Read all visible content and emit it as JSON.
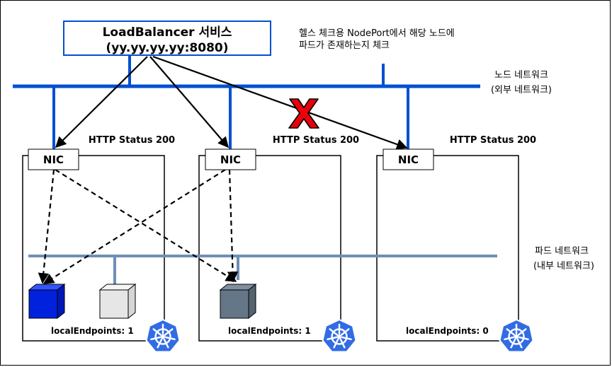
{
  "load_balancer": {
    "title": "LoadBalancer 서비스",
    "address": "(yy.yy.yy.yy:8080)"
  },
  "health_check_note": {
    "line1": "헬스 체크용 NodePort에서 해당 노드에",
    "line2": "파드가 존재하는지 체크"
  },
  "node_network": {
    "label": "노드 네트워크",
    "sublabel": "(외부 네트워크)"
  },
  "pod_network": {
    "label": "파드 네트워크",
    "sublabel": "(내부 네트워크)"
  },
  "nodes": [
    {
      "status": "HTTP Status 200",
      "nic": "NIC",
      "endpoints": "localEndpoints: 1"
    },
    {
      "status": "HTTP Status 200",
      "nic": "NIC",
      "endpoints": "localEndpoints: 1"
    },
    {
      "status": "HTTP Status 200",
      "nic": "NIC",
      "endpoints": "localEndpoints: 0"
    }
  ],
  "failed_route_marker": "X",
  "colors": {
    "network_blue": "#0050d2",
    "pod_network": "#6f8fb8",
    "pod_active_blue": "#0022dd",
    "pod_idle": "#e6e6e6",
    "pod_slate": "#647687",
    "k8s_logo": "#326ce5",
    "fail_red": "#e8000b"
  },
  "icons": [
    "kubernetes-icon",
    "pod-cube-icon",
    "x-mark-icon"
  ]
}
